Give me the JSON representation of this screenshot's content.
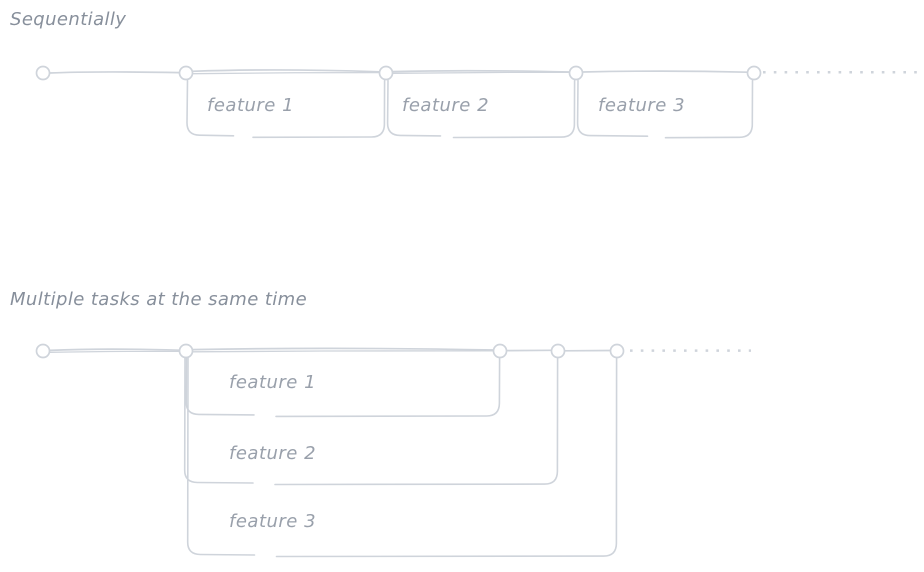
{
  "colors": {
    "stroke": "#cfd4db",
    "node_fill": "#ffffff",
    "title_text": "#878f9b",
    "label_text": "#99a0ab"
  },
  "sections": [
    {
      "title": "Sequentially",
      "features": [
        "feature 1",
        "feature 2",
        "feature 3"
      ]
    },
    {
      "title": "Multiple tasks at the same time",
      "features": [
        "feature 1",
        "feature 2",
        "feature 3"
      ]
    }
  ]
}
